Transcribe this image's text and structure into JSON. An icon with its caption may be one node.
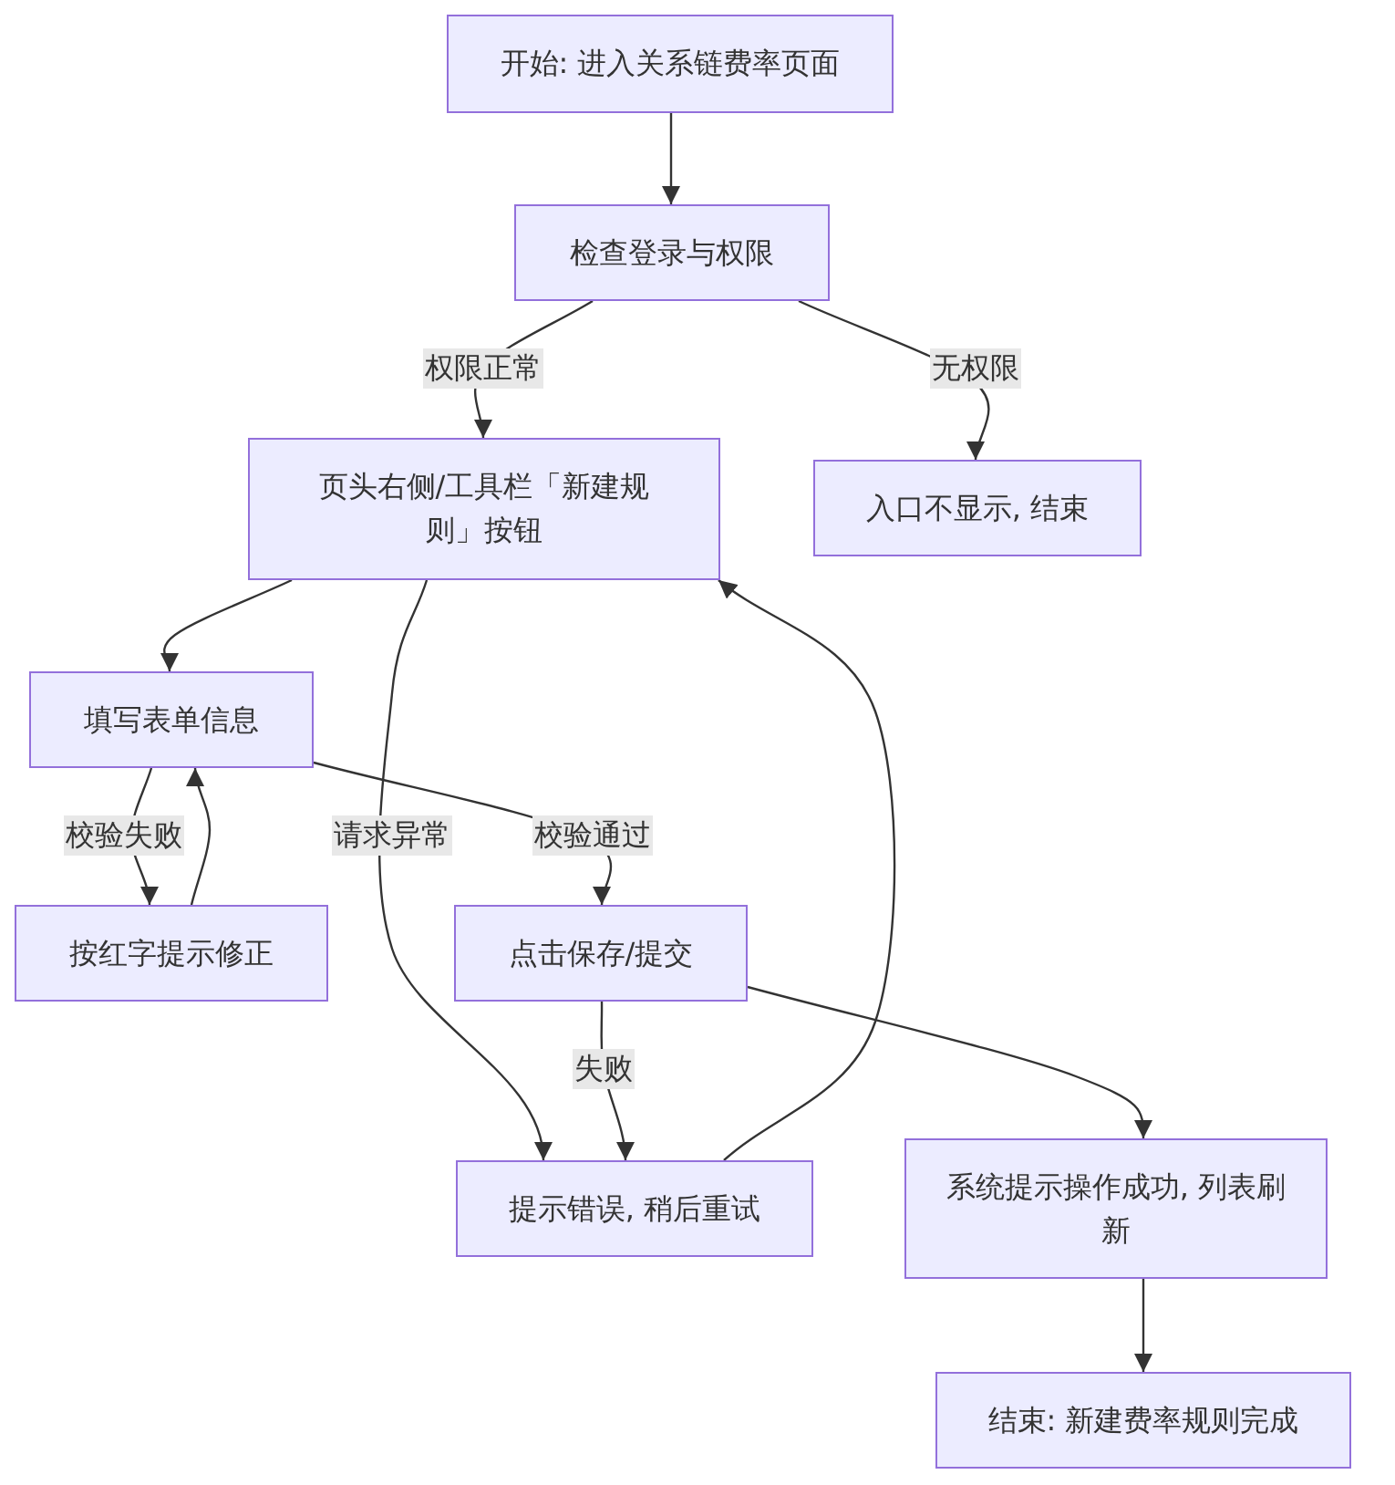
{
  "diagram": {
    "nodes": [
      {
        "text": [
          "开始: 进入关系链费率页面"
        ]
      },
      {
        "text": [
          "检查登录与权限"
        ]
      },
      {
        "text": [
          "页头右侧/工具栏「新建规则」按钮"
        ]
      },
      {
        "text": [
          "入口不显示, 结束"
        ]
      },
      {
        "text": [
          "填写表单信息"
        ]
      },
      {
        "text": [
          "按红字提示修正"
        ]
      },
      {
        "text": [
          "点击保存/提交"
        ]
      },
      {
        "text": [
          "提示错误, 稍后重试"
        ]
      },
      {
        "text": [
          "系统提示操作成功, 列表刷新"
        ]
      },
      {
        "text": [
          "结束: 新建费率规则完成"
        ]
      }
    ],
    "edges": [
      {
        "from": 0,
        "to": 1,
        "arrow": "to"
      },
      {
        "from": 1,
        "to": 2,
        "arrow": "to",
        "label": "权限正常"
      },
      {
        "from": 1,
        "to": 3,
        "arrow": "to",
        "label": "无权限"
      },
      {
        "from": 2,
        "to": 4,
        "arrow": "to"
      },
      {
        "from": 4,
        "to": 5,
        "arrow": "to",
        "label": "校验失败"
      },
      {
        "from": 5,
        "to": 4,
        "arrow": "to"
      },
      {
        "from": 4,
        "to": 6,
        "arrow": "to",
        "label": "校验通过"
      },
      {
        "from": 2,
        "to": 7,
        "arrow": "to",
        "label": "请求异常"
      },
      {
        "from": 6,
        "to": 7,
        "arrow": "to",
        "label": "失败"
      },
      {
        "from": 7,
        "to": 2,
        "arrow": "to"
      },
      {
        "from": 6,
        "to": 8,
        "arrow": "to"
      },
      {
        "from": 8,
        "to": 9,
        "arrow": "to"
      }
    ]
  }
}
